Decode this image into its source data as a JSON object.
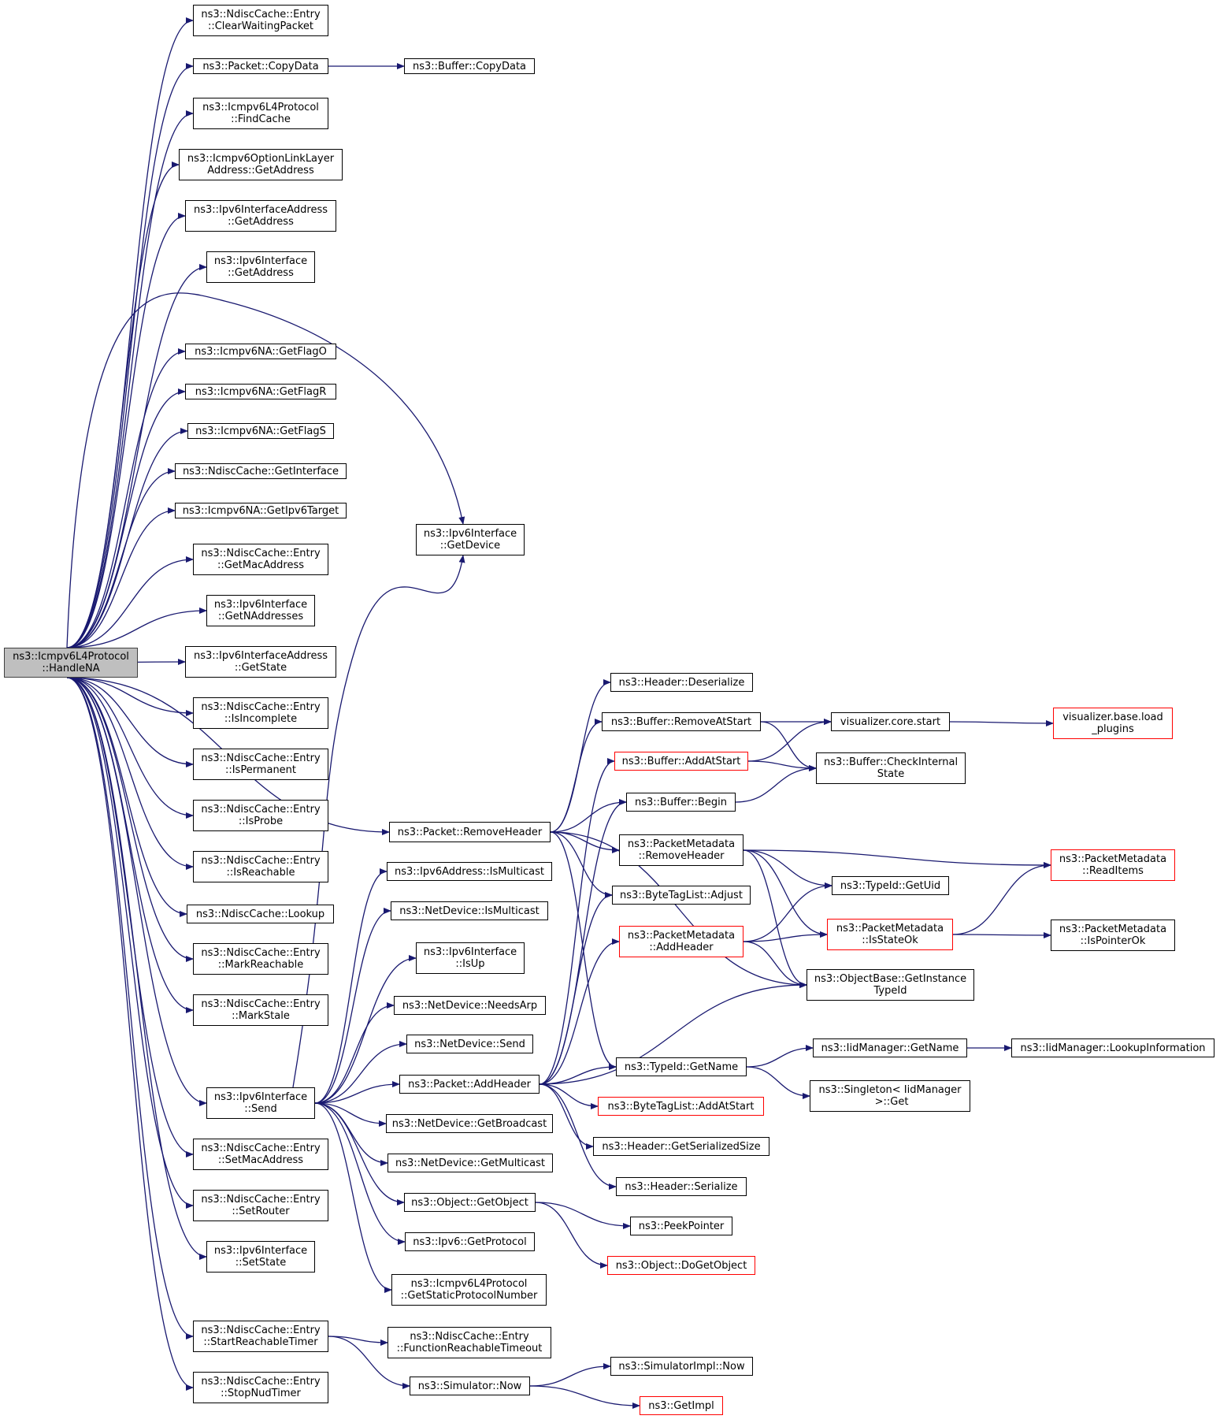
{
  "colors": {
    "edge": "#191970",
    "node_border": "#000000",
    "node_border_truncated": "#ff0000",
    "root_fill": "#bfbfbf"
  },
  "nodes": [
    {
      "id": "root",
      "label": "ns3::Icmpv6L4Protocol\n::HandleNA",
      "kind": "root"
    },
    {
      "id": "ndEntryClearWaiting",
      "label": "ns3::NdiscCache::Entry\n::ClearWaitingPacket"
    },
    {
      "id": "packetCopyData",
      "label": "ns3::Packet::CopyData"
    },
    {
      "id": "bufferCopyData",
      "label": "ns3::Buffer::CopyData"
    },
    {
      "id": "icmpFindCache",
      "label": "ns3::Icmpv6L4Protocol\n::FindCache"
    },
    {
      "id": "optLinkGetAddress",
      "label": "ns3::Icmpv6OptionLinkLayer\nAddress::GetAddress"
    },
    {
      "id": "ifAddrGetAddress",
      "label": "ns3::Ipv6InterfaceAddress\n::GetAddress"
    },
    {
      "id": "ifGetAddress",
      "label": "ns3::Ipv6Interface\n::GetAddress"
    },
    {
      "id": "naGetFlagO",
      "label": "ns3::Icmpv6NA::GetFlagO"
    },
    {
      "id": "naGetFlagR",
      "label": "ns3::Icmpv6NA::GetFlagR"
    },
    {
      "id": "naGetFlagS",
      "label": "ns3::Icmpv6NA::GetFlagS"
    },
    {
      "id": "ndGetInterface",
      "label": "ns3::NdiscCache::GetInterface"
    },
    {
      "id": "naGetIpv6Target",
      "label": "ns3::Icmpv6NA::GetIpv6Target"
    },
    {
      "id": "ndEntryGetMac",
      "label": "ns3::NdiscCache::Entry\n::GetMacAddress"
    },
    {
      "id": "ifGetNAddresses",
      "label": "ns3::Ipv6Interface\n::GetNAddresses"
    },
    {
      "id": "ifAddrGetState",
      "label": "ns3::Ipv6InterfaceAddress\n::GetState"
    },
    {
      "id": "ndEntryIsIncomplete",
      "label": "ns3::NdiscCache::Entry\n::IsIncomplete"
    },
    {
      "id": "ndEntryIsPermanent",
      "label": "ns3::NdiscCache::Entry\n::IsPermanent"
    },
    {
      "id": "ndEntryIsProbe",
      "label": "ns3::NdiscCache::Entry\n::IsProbe"
    },
    {
      "id": "ndEntryIsReachable",
      "label": "ns3::NdiscCache::Entry\n::IsReachable"
    },
    {
      "id": "ndLookup",
      "label": "ns3::NdiscCache::Lookup"
    },
    {
      "id": "ndEntryMarkReachable",
      "label": "ns3::NdiscCache::Entry\n::MarkReachable"
    },
    {
      "id": "ndEntryMarkStale",
      "label": "ns3::NdiscCache::Entry\n::MarkStale"
    },
    {
      "id": "ifSend",
      "label": "ns3::Ipv6Interface\n::Send"
    },
    {
      "id": "ndEntrySetMac",
      "label": "ns3::NdiscCache::Entry\n::SetMacAddress"
    },
    {
      "id": "ndEntrySetRouter",
      "label": "ns3::NdiscCache::Entry\n::SetRouter"
    },
    {
      "id": "ifSetState",
      "label": "ns3::Ipv6Interface\n::SetState"
    },
    {
      "id": "ndEntryStartReachable",
      "label": "ns3::NdiscCache::Entry\n::StartReachableTimer"
    },
    {
      "id": "ndEntryStopNud",
      "label": "ns3::NdiscCache::Entry\n::StopNudTimer"
    },
    {
      "id": "ifGetDevice",
      "label": "ns3::Ipv6Interface\n::GetDevice"
    },
    {
      "id": "packetRemoveHeader",
      "label": "ns3::Packet::RemoveHeader"
    },
    {
      "id": "ipv6AddrIsMulticast",
      "label": "ns3::Ipv6Address::IsMulticast"
    },
    {
      "id": "netDevIsMulticast",
      "label": "ns3::NetDevice::IsMulticast"
    },
    {
      "id": "ifIsUp",
      "label": "ns3::Ipv6Interface\n::IsUp"
    },
    {
      "id": "netDevNeedsArp",
      "label": "ns3::NetDevice::NeedsArp"
    },
    {
      "id": "netDevSend",
      "label": "ns3::NetDevice::Send"
    },
    {
      "id": "packetAddHeader",
      "label": "ns3::Packet::AddHeader"
    },
    {
      "id": "netDevGetBroadcast",
      "label": "ns3::NetDevice::GetBroadcast"
    },
    {
      "id": "netDevGetMulticast",
      "label": "ns3::NetDevice::GetMulticast"
    },
    {
      "id": "objectGetObject",
      "label": "ns3::Object::GetObject"
    },
    {
      "id": "ipv6GetProtocol",
      "label": "ns3::Ipv6::GetProtocol"
    },
    {
      "id": "icmpGetStaticProto",
      "label": "ns3::Icmpv6L4Protocol\n::GetStaticProtocolNumber"
    },
    {
      "id": "ndEntryFuncReachTimeout",
      "label": "ns3::NdiscCache::Entry\n::FunctionReachableTimeout"
    },
    {
      "id": "simulatorNow",
      "label": "ns3::Simulator::Now"
    },
    {
      "id": "headerDeserialize",
      "label": "ns3::Header::Deserialize"
    },
    {
      "id": "bufferRemoveAtStart",
      "label": "ns3::Buffer::RemoveAtStart"
    },
    {
      "id": "bufferAddAtStart",
      "label": "ns3::Buffer::AddAtStart",
      "kind": "red"
    },
    {
      "id": "bufferBegin",
      "label": "ns3::Buffer::Begin"
    },
    {
      "id": "pmRemoveHeader",
      "label": "ns3::PacketMetadata\n::RemoveHeader"
    },
    {
      "id": "byteTagAdjust",
      "label": "ns3::ByteTagList::Adjust"
    },
    {
      "id": "pmAddHeader",
      "label": "ns3::PacketMetadata\n::AddHeader",
      "kind": "red"
    },
    {
      "id": "typeIdGetName",
      "label": "ns3::TypeId::GetName"
    },
    {
      "id": "byteTagAddAtStart",
      "label": "ns3::ByteTagList::AddAtStart",
      "kind": "red"
    },
    {
      "id": "headerGetSerializedSize",
      "label": "ns3::Header::GetSerializedSize"
    },
    {
      "id": "headerSerialize",
      "label": "ns3::Header::Serialize"
    },
    {
      "id": "peekPointer",
      "label": "ns3::PeekPointer"
    },
    {
      "id": "objectDoGetObject",
      "label": "ns3::Object::DoGetObject",
      "kind": "red"
    },
    {
      "id": "simImplNow",
      "label": "ns3::SimulatorImpl::Now"
    },
    {
      "id": "getImpl",
      "label": "ns3::GetImpl",
      "kind": "red"
    },
    {
      "id": "vizCoreStart",
      "label": "visualizer.core.start"
    },
    {
      "id": "bufferCheckInternal",
      "label": "ns3::Buffer::CheckInternal\nState"
    },
    {
      "id": "typeIdGetUid",
      "label": "ns3::TypeId::GetUid"
    },
    {
      "id": "pmIsStateOk",
      "label": "ns3::PacketMetadata\n::IsStateOk",
      "kind": "red"
    },
    {
      "id": "objBaseGetInstance",
      "label": "ns3::ObjectBase::GetInstance\nTypeId"
    },
    {
      "id": "iidGetName",
      "label": "ns3::IidManager::GetName"
    },
    {
      "id": "singletonGet",
      "label": "ns3::Singleton< IidManager\n >::Get"
    },
    {
      "id": "vizBaseLoad",
      "label": "visualizer.base.load\n_plugins",
      "kind": "red"
    },
    {
      "id": "pmReadItems",
      "label": "ns3::PacketMetadata\n::ReadItems",
      "kind": "red"
    },
    {
      "id": "pmIsPointerOk",
      "label": "ns3::PacketMetadata\n::IsPointerOk"
    },
    {
      "id": "iidLookupInfo",
      "label": "ns3::IidManager::LookupInformation"
    }
  ],
  "edges": [
    [
      "root",
      "ndEntryClearWaiting"
    ],
    [
      "root",
      "packetCopyData"
    ],
    [
      "root",
      "icmpFindCache"
    ],
    [
      "root",
      "optLinkGetAddress"
    ],
    [
      "root",
      "ifAddrGetAddress"
    ],
    [
      "root",
      "ifGetAddress"
    ],
    [
      "root",
      "ifGetDevice"
    ],
    [
      "root",
      "naGetFlagO"
    ],
    [
      "root",
      "naGetFlagR"
    ],
    [
      "root",
      "naGetFlagS"
    ],
    [
      "root",
      "ndGetInterface"
    ],
    [
      "root",
      "naGetIpv6Target"
    ],
    [
      "root",
      "ndEntryGetMac"
    ],
    [
      "root",
      "ifGetNAddresses"
    ],
    [
      "root",
      "ifAddrGetState"
    ],
    [
      "root",
      "ndEntryIsIncomplete"
    ],
    [
      "root",
      "ndEntryIsPermanent"
    ],
    [
      "root",
      "ndEntryIsProbe"
    ],
    [
      "root",
      "ndEntryIsReachable"
    ],
    [
      "root",
      "ndLookup"
    ],
    [
      "root",
      "ndEntryMarkReachable"
    ],
    [
      "root",
      "ndEntryMarkStale"
    ],
    [
      "root",
      "packetRemoveHeader"
    ],
    [
      "root",
      "ifSend"
    ],
    [
      "root",
      "ndEntrySetMac"
    ],
    [
      "root",
      "ndEntrySetRouter"
    ],
    [
      "root",
      "ifSetState"
    ],
    [
      "root",
      "ndEntryStartReachable"
    ],
    [
      "root",
      "ndEntryStopNud"
    ],
    [
      "packetCopyData",
      "bufferCopyData"
    ],
    [
      "ifSend",
      "ifGetDevice"
    ],
    [
      "ifSend",
      "ipv6AddrIsMulticast"
    ],
    [
      "ifSend",
      "netDevIsMulticast"
    ],
    [
      "ifSend",
      "ifIsUp"
    ],
    [
      "ifSend",
      "netDevNeedsArp"
    ],
    [
      "ifSend",
      "netDevSend"
    ],
    [
      "ifSend",
      "packetAddHeader"
    ],
    [
      "ifSend",
      "netDevGetBroadcast"
    ],
    [
      "ifSend",
      "netDevGetMulticast"
    ],
    [
      "ifSend",
      "objectGetObject"
    ],
    [
      "ifSend",
      "ipv6GetProtocol"
    ],
    [
      "ifSend",
      "icmpGetStaticProto"
    ],
    [
      "ndEntryStartReachable",
      "ndEntryFuncReachTimeout"
    ],
    [
      "ndEntryStartReachable",
      "simulatorNow"
    ],
    [
      "packetRemoveHeader",
      "headerDeserialize"
    ],
    [
      "packetRemoveHeader",
      "bufferRemoveAtStart"
    ],
    [
      "packetRemoveHeader",
      "bufferBegin"
    ],
    [
      "packetRemoveHeader",
      "pmRemoveHeader"
    ],
    [
      "packetRemoveHeader",
      "byteTagAdjust"
    ],
    [
      "packetRemoveHeader",
      "typeIdGetName"
    ],
    [
      "packetRemoveHeader",
      "objBaseGetInstance"
    ],
    [
      "packetAddHeader",
      "bufferAddAtStart"
    ],
    [
      "packetAddHeader",
      "bufferBegin"
    ],
    [
      "packetAddHeader",
      "byteTagAdjust"
    ],
    [
      "packetAddHeader",
      "pmAddHeader"
    ],
    [
      "packetAddHeader",
      "typeIdGetName"
    ],
    [
      "packetAddHeader",
      "objBaseGetInstance"
    ],
    [
      "packetAddHeader",
      "byteTagAddAtStart"
    ],
    [
      "packetAddHeader",
      "headerGetSerializedSize"
    ],
    [
      "packetAddHeader",
      "headerSerialize"
    ],
    [
      "objectGetObject",
      "peekPointer"
    ],
    [
      "objectGetObject",
      "objectDoGetObject"
    ],
    [
      "simulatorNow",
      "simImplNow"
    ],
    [
      "simulatorNow",
      "getImpl"
    ],
    [
      "bufferRemoveAtStart",
      "vizCoreStart"
    ],
    [
      "bufferRemoveAtStart",
      "bufferCheckInternal"
    ],
    [
      "bufferAddAtStart",
      "vizCoreStart"
    ],
    [
      "bufferAddAtStart",
      "bufferCheckInternal"
    ],
    [
      "bufferBegin",
      "bufferCheckInternal"
    ],
    [
      "pmRemoveHeader",
      "pmReadItems"
    ],
    [
      "pmRemoveHeader",
      "typeIdGetUid"
    ],
    [
      "pmRemoveHeader",
      "pmIsStateOk"
    ],
    [
      "pmRemoveHeader",
      "objBaseGetInstance"
    ],
    [
      "pmAddHeader",
      "typeIdGetUid"
    ],
    [
      "pmAddHeader",
      "pmIsStateOk"
    ],
    [
      "pmAddHeader",
      "objBaseGetInstance"
    ],
    [
      "pmIsStateOk",
      "pmReadItems"
    ],
    [
      "pmIsStateOk",
      "pmIsPointerOk"
    ],
    [
      "typeIdGetName",
      "iidGetName"
    ],
    [
      "typeIdGetName",
      "singletonGet"
    ],
    [
      "iidGetName",
      "iidLookupInfo"
    ],
    [
      "vizCoreStart",
      "vizBaseLoad"
    ]
  ]
}
